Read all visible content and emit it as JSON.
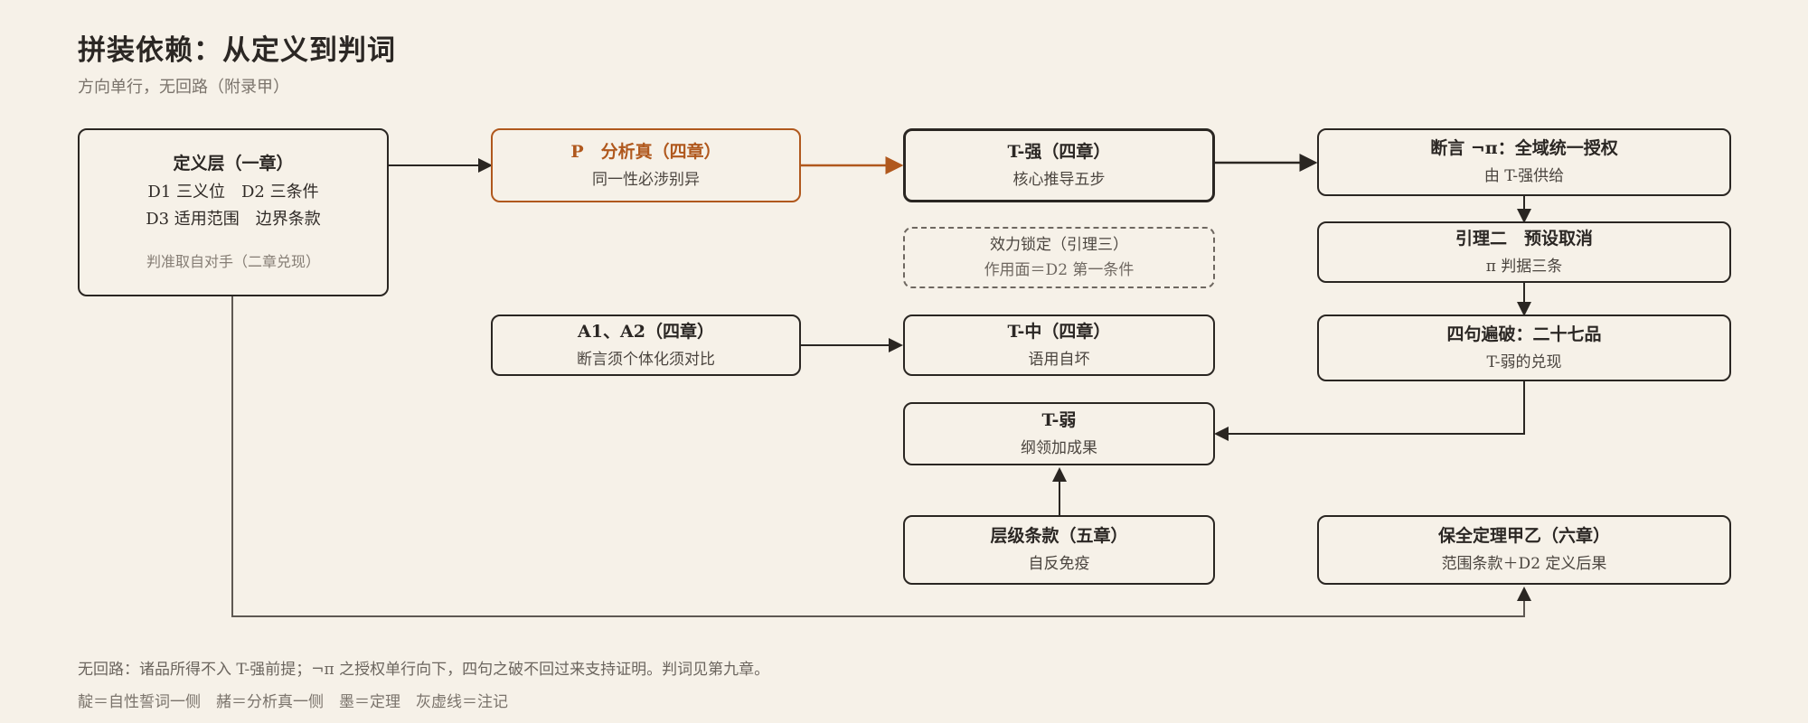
{
  "title": "拼装依赖：从定义到判词",
  "subtitle": "方向单行，无回路（附录甲）",
  "colors": {
    "background": "#f6f1e8",
    "ink": "#2a2622",
    "ochre": "#b0581d",
    "grey_dashed": "#6e6760"
  },
  "nodes": {
    "definition": {
      "title": "定义层（一章）",
      "line1": "D1 三义位　D2 三条件",
      "line2": "D3 适用范围　边界条款",
      "note": "判准取自对手（二章兑现）"
    },
    "p_analytic": {
      "title": "P　分析真（四章）",
      "sub": "同一性必涉别异"
    },
    "t_strong": {
      "title": "T-强（四章）",
      "sub": "核心推导五步"
    },
    "assertion": {
      "title": "断言 ¬π：全域统一授权",
      "sub": "由 T-强供给"
    },
    "lemma2": {
      "title": "引理二　预设取消",
      "sub": "π 判据三条"
    },
    "lock": {
      "title": "效力锁定（引理三）",
      "sub": "作用面＝D2 第一条件"
    },
    "four_sentences": {
      "title": "四句遍破：二十七品",
      "sub": "T-弱的兑现"
    },
    "a1a2": {
      "title": "A1、A2（四章）",
      "sub": "断言须个体化须对比"
    },
    "t_mid": {
      "title": "T-中（四章）",
      "sub": "语用自坏"
    },
    "t_weak": {
      "title": "T-弱",
      "sub": "纲领加成果"
    },
    "level_clause": {
      "title": "层级条款（五章）",
      "sub": "自反免疫"
    },
    "preservation": {
      "title": "保全定理甲乙（六章）",
      "sub": "范围条款＋D2 定义后果"
    }
  },
  "footer": {
    "line1": "无回路：诸品所得不入 T-强前提；¬π 之授权单行向下，四句之破不回过来支持证明。判词见第九章。",
    "line2": "靛＝自性誓词一侧　赭＝分析真一侧　墨＝定理　灰虚线＝注记"
  }
}
